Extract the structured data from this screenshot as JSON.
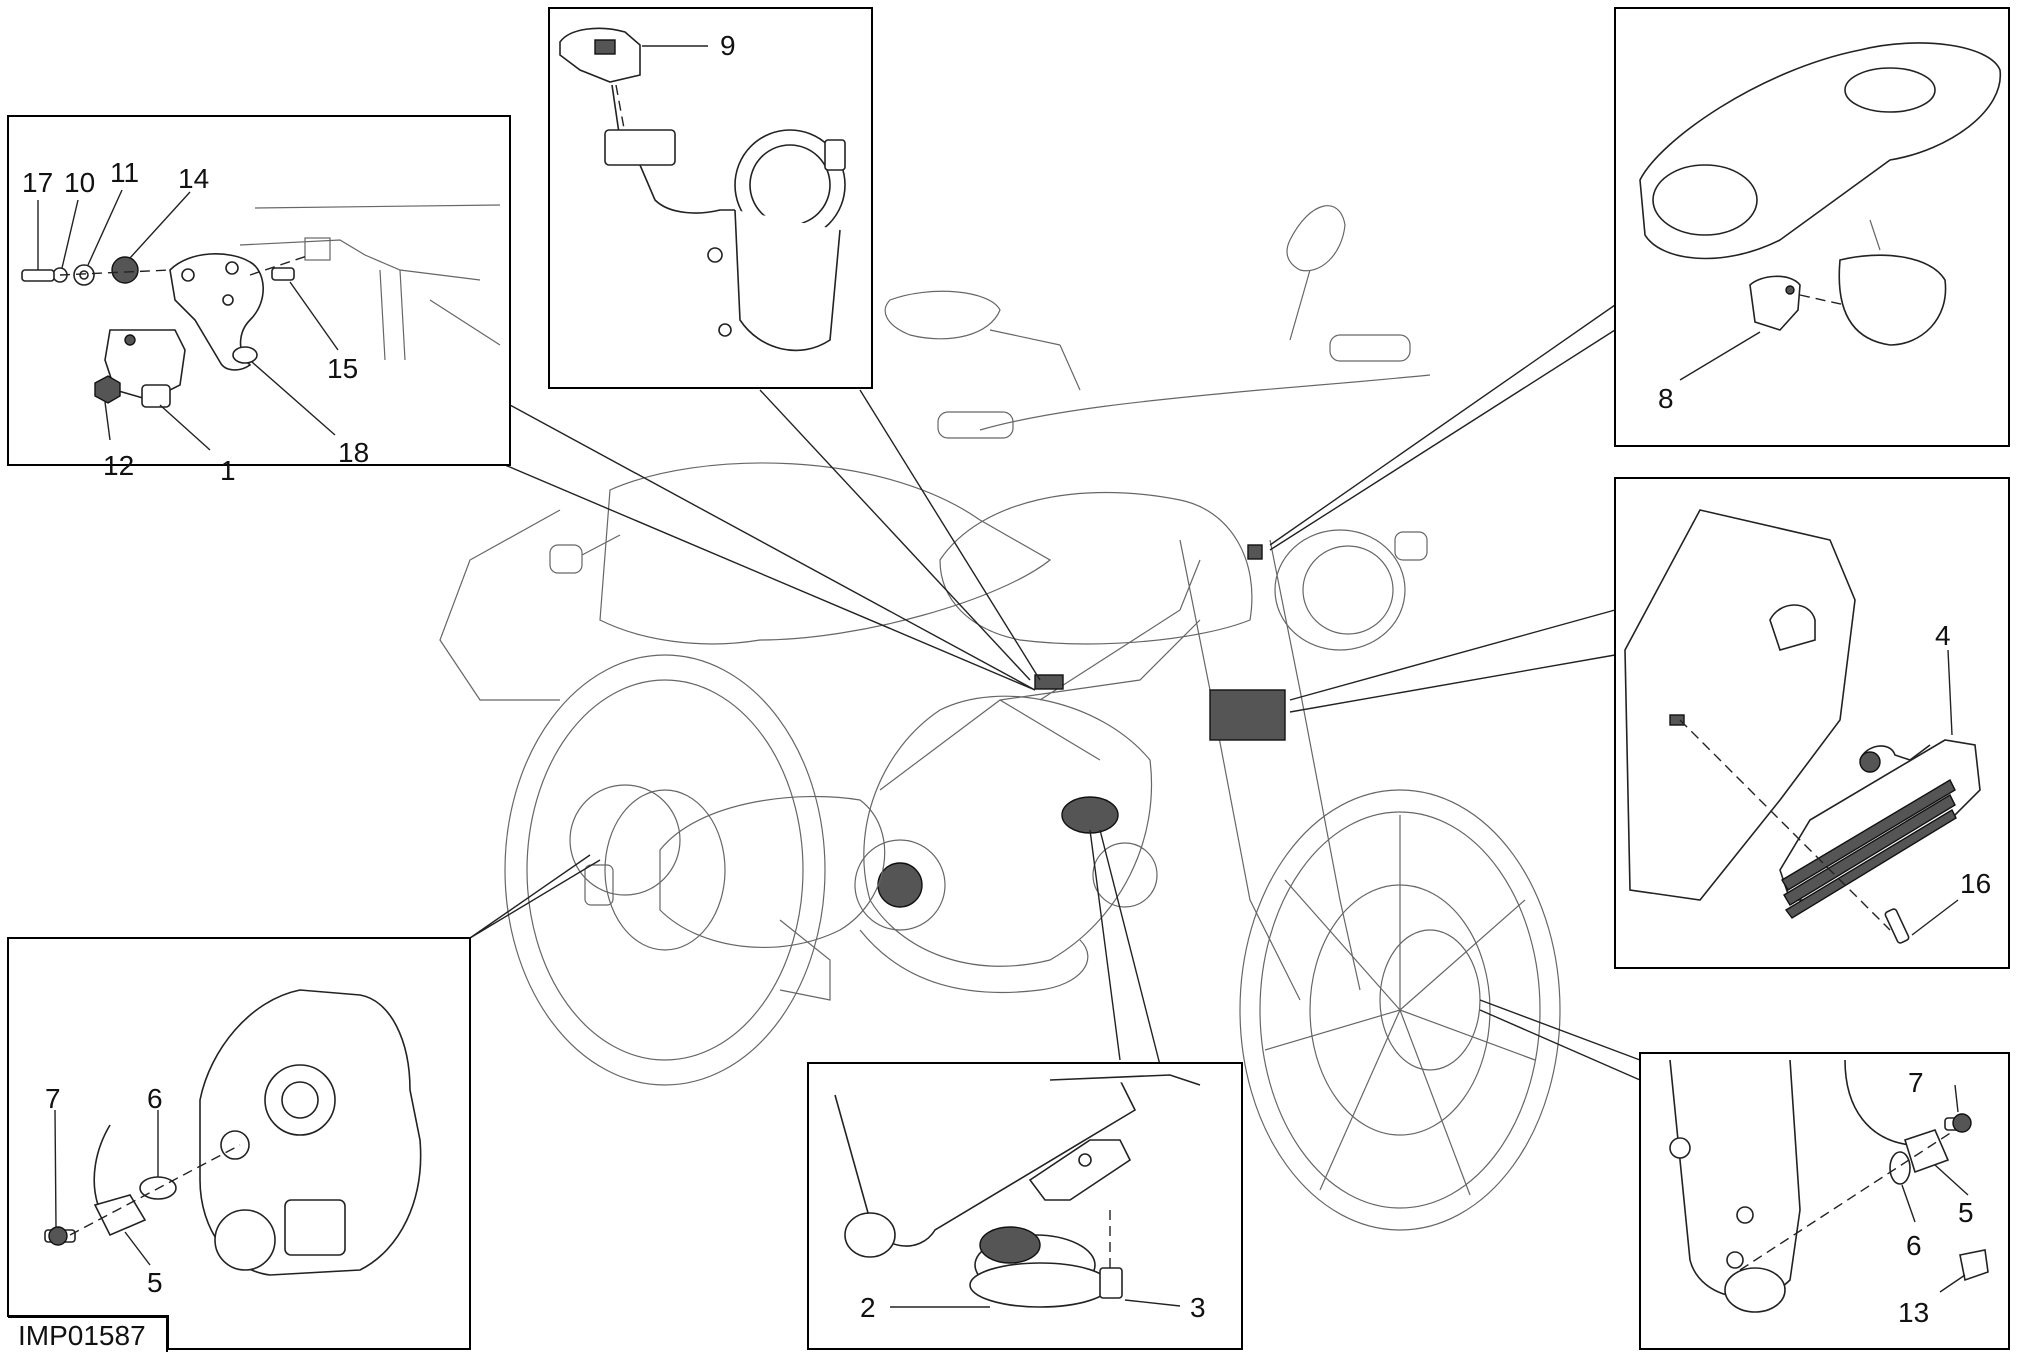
{
  "drawing_code": "IMP01587",
  "panels": {
    "crank_sensor": {
      "callouts": [
        "17",
        "10",
        "11",
        "14",
        "15",
        "18",
        "12",
        "1"
      ]
    },
    "throttle_sensor": {
      "callouts": [
        "9"
      ]
    },
    "steering_sensor": {
      "callouts": [
        "8"
      ]
    },
    "regulator": {
      "callouts": [
        "4",
        "16"
      ]
    },
    "rear_abs": {
      "callouts": [
        "7",
        "6",
        "5"
      ]
    },
    "horn": {
      "callouts": [
        "2",
        "3"
      ]
    },
    "front_abs": {
      "callouts": [
        "7",
        "5",
        "6",
        "13"
      ]
    }
  }
}
